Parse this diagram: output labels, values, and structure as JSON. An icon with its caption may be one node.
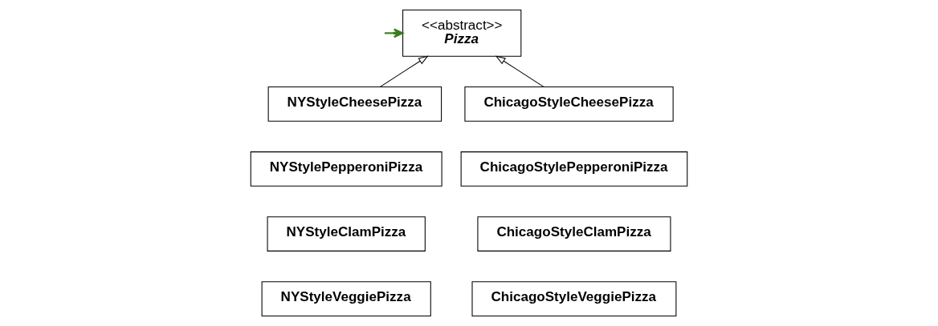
{
  "diagram": {
    "nodes": [
      {
        "text": [
          "<<abstract>>",
          "Pizza"
        ]
      },
      {
        "text": [
          "NYStyleCheesePizza"
        ]
      },
      {
        "text": [
          "NYStylePepperoniPizza"
        ]
      },
      {
        "text": [
          "NYStyleClamPizza"
        ]
      },
      {
        "text": [
          "NYStyleVeggiePizza"
        ]
      },
      {
        "text": [
          "ChicagoStyleCheesePizza"
        ]
      },
      {
        "text": [
          "ChicagoStylePepperoniPizza"
        ]
      },
      {
        "text": [
          "ChicagoStyleClamPizza"
        ]
      },
      {
        "text": [
          "ChicagoStyleVeggiePizza"
        ]
      }
    ],
    "edges": [
      {
        "from": null,
        "to": 0,
        "arrow": "to",
        "color": "#3a7d1e"
      },
      {
        "from": 1,
        "to": 0,
        "arrow": "to"
      },
      {
        "from": 5,
        "to": 0,
        "arrow": "to"
      }
    ]
  }
}
